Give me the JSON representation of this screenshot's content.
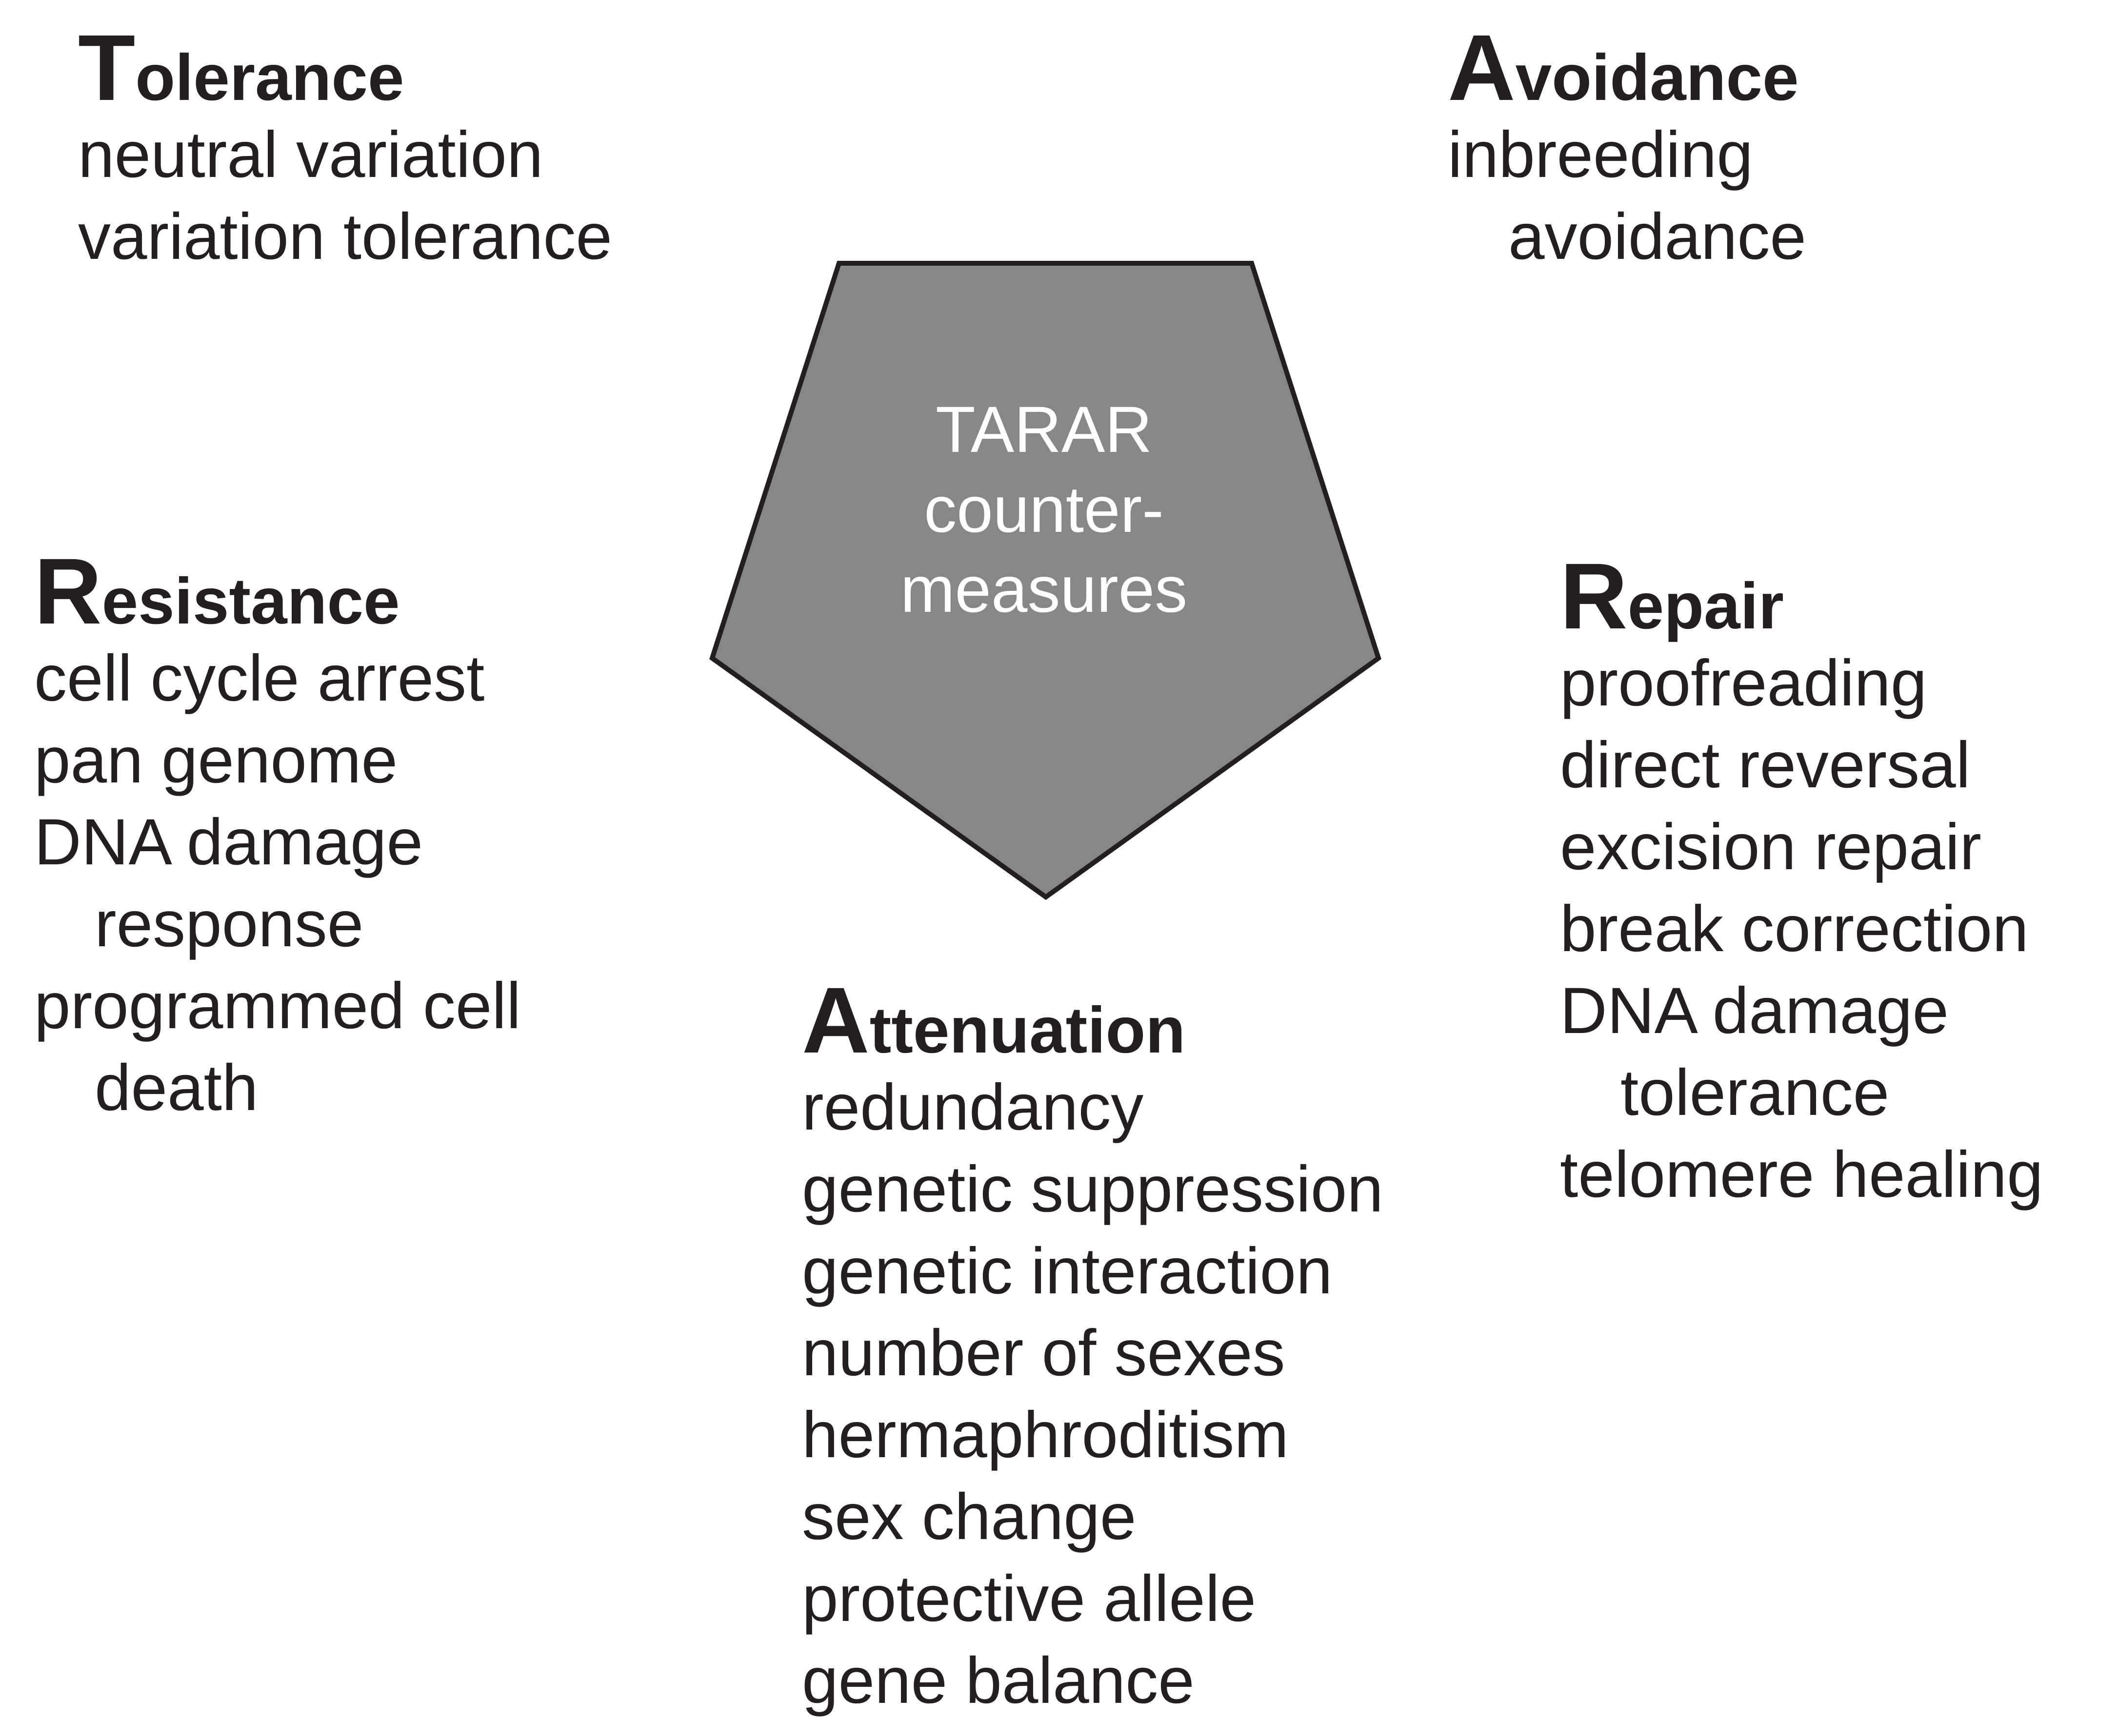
{
  "center": {
    "lines": [
      "TARAR",
      "counter-",
      "measures"
    ],
    "fill_color": "#878787",
    "stroke_color": "#231f20"
  },
  "categories": [
    {
      "id": "tolerance",
      "initial": "T",
      "rest": "olerance",
      "items": [
        {
          "text": "neutral variation",
          "indent": false
        },
        {
          "text": "variation tolerance",
          "indent": false
        }
      ]
    },
    {
      "id": "avoidance",
      "initial": "A",
      "rest": "voidance",
      "items": [
        {
          "text": "inbreeding",
          "indent": false
        },
        {
          "text": "avoidance",
          "indent": true
        }
      ]
    },
    {
      "id": "resistance",
      "initial": "R",
      "rest": "esistance",
      "items": [
        {
          "text": "cell cycle arrest",
          "indent": false
        },
        {
          "text": "pan genome",
          "indent": false
        },
        {
          "text": "DNA damage",
          "indent": false
        },
        {
          "text": "response",
          "indent": true
        },
        {
          "text": "programmed cell",
          "indent": false
        },
        {
          "text": "death",
          "indent": true
        }
      ]
    },
    {
      "id": "repair",
      "initial": "R",
      "rest": "epair",
      "items": [
        {
          "text": "proofreading",
          "indent": false
        },
        {
          "text": "direct reversal",
          "indent": false
        },
        {
          "text": "excision repair",
          "indent": false
        },
        {
          "text": "break correction",
          "indent": false
        },
        {
          "text": "DNA damage",
          "indent": false
        },
        {
          "text": "tolerance",
          "indent": true
        },
        {
          "text": "telomere healing",
          "indent": false
        }
      ]
    },
    {
      "id": "attenuation",
      "initial": "A",
      "rest": "ttenuation",
      "items": [
        {
          "text": "redundancy",
          "indent": false
        },
        {
          "text": "genetic suppression",
          "indent": false
        },
        {
          "text": "genetic interaction",
          "indent": false
        },
        {
          "text": "number of sexes",
          "indent": false
        },
        {
          "text": "hermaphroditism",
          "indent": false
        },
        {
          "text": "sex change",
          "indent": false
        },
        {
          "text": "protective allele",
          "indent": false
        },
        {
          "text": "gene balance",
          "indent": false
        }
      ]
    }
  ]
}
